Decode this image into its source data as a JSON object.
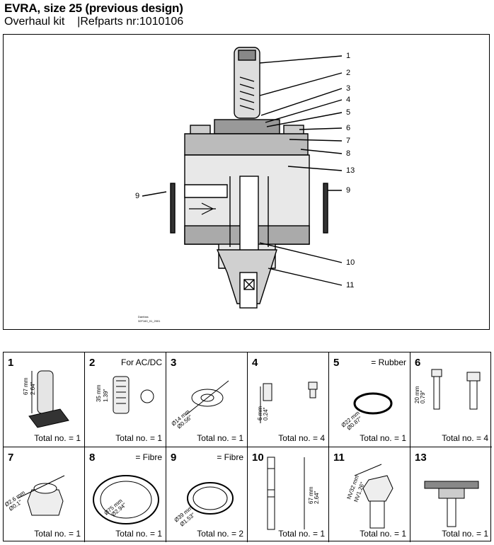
{
  "header": {
    "title": "EVRA, size 25 (previous design)",
    "subtitle_left": "Overhaul kit",
    "subtitle_right": "|Refparts nr:1010106"
  },
  "drawing": {
    "callouts": [
      "1",
      "2",
      "3",
      "4",
      "5",
      "6",
      "7",
      "8",
      "13",
      "9",
      "9",
      "10",
      "11"
    ],
    "credit_line1": "Danfoss",
    "credit_line2": "32F160_01_2001"
  },
  "parts": [
    {
      "num": "1",
      "extra": "",
      "total": "Total no. = 1",
      "dims": [
        "67 mm",
        "2.64\""
      ]
    },
    {
      "num": "2",
      "extra": "For AC/DC",
      "total": "Total no. = 1",
      "dims": [
        "35 mm",
        "1.39\""
      ]
    },
    {
      "num": "3",
      "extra": "",
      "total": "Total no. = 1",
      "dims": [
        "Ø14 mm",
        "Ø0.56\""
      ]
    },
    {
      "num": "4",
      "extra": "",
      "total": "Total no. = 4",
      "dims": [
        "6 mm",
        "0.24\""
      ]
    },
    {
      "num": "5",
      "extra": "= Rubber",
      "total": "Total no. = 1",
      "dims": [
        "Ø22 mm",
        "Ø0.87\""
      ]
    },
    {
      "num": "6",
      "extra": "",
      "total": "Total no. = 4",
      "dims": [
        "20 mm",
        "0.79\""
      ]
    },
    {
      "num": "7",
      "extra": "",
      "total": "Total no. = 1",
      "dims": [
        "Ø2.6 mm",
        "Ø0.1\""
      ]
    },
    {
      "num": "8",
      "extra": "= Fibre",
      "total": "Total no. = 1",
      "dims": [
        "Ø75 mm",
        "Ø2.94\""
      ]
    },
    {
      "num": "9",
      "extra": "= Fibre",
      "total": "Total no. = 2",
      "dims": [
        "Ø39 mm",
        "Ø1.53\""
      ]
    },
    {
      "num": "10",
      "extra": "",
      "total": "Total no. = 1",
      "dims": [
        "67 mm",
        "2.64\""
      ]
    },
    {
      "num": "11",
      "extra": "",
      "total": "Total no. = 1",
      "dims": [
        "NV32 mm",
        "NV1.26\""
      ]
    },
    {
      "num": "13",
      "extra": "",
      "total": "Total no. = 1",
      "dims": []
    }
  ]
}
